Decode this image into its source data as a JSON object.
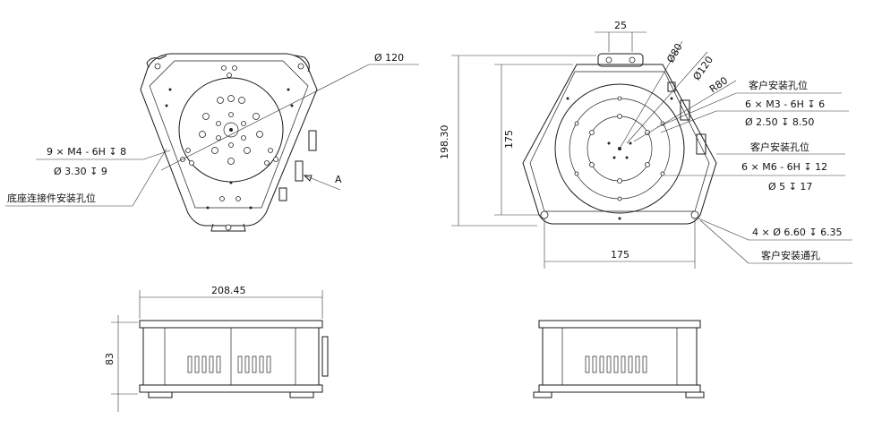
{
  "colors": {
    "line": "#1a1a1a",
    "background": "#ffffff"
  },
  "left_top_view": {
    "diameter_label": "Ø 120",
    "callout_a_line1": "9 × M4 - 6H ↧ 8",
    "callout_a_line2": "Ø 3.30 ↧ 9",
    "callout_a_line3": "底座连接件安装孔位",
    "view_arrow_label": "A"
  },
  "right_top_view": {
    "dim_width_25": "25",
    "dim_d80": "Ø80",
    "dim_d120": "Ø120",
    "dim_r80": "R80",
    "callout_b_line1": "客户安装孔位",
    "callout_b_line2": "6 × M3 - 6H ↧ 6",
    "callout_b_line3": "Ø 2.50 ↧ 8.50",
    "callout_c_line1": "客户安装孔位",
    "callout_c_line2": "6 × M6 - 6H ↧ 12",
    "callout_c_line3": "Ø 5 ↧ 17",
    "dim_height_total": "198.30",
    "dim_height_inner": "175",
    "dim_width_bottom": "175",
    "callout_d_line1": "4 × Ø 6.60 ↧ 6.35",
    "callout_d_line2": "客户安装通孔"
  },
  "left_side_view": {
    "dim_width": "208.45",
    "dim_height": "83"
  }
}
